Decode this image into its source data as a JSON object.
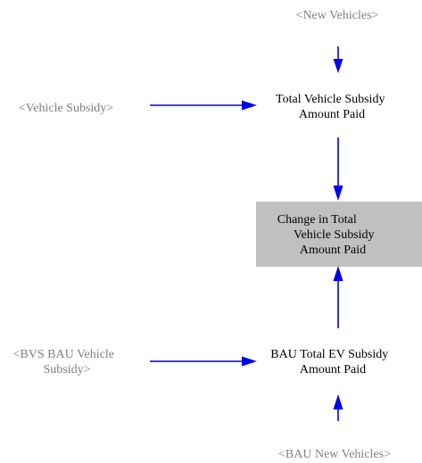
{
  "nodes": {
    "new_vehicles": {
      "lines": [
        "<New Vehicles>"
      ],
      "kind": "shadow"
    },
    "vehicle_subsidy": {
      "lines": [
        "<Vehicle Subsidy>"
      ],
      "kind": "shadow"
    },
    "total_vehicle_subsidy_amount_paid": {
      "lines": [
        "Total Vehicle Subsidy",
        "Amount Paid"
      ],
      "kind": "variable"
    },
    "change_in_total_vehicle_subsidy_amount_paid": {
      "lines": [
        "Change in Total",
        "Vehicle Subsidy",
        "Amount Paid"
      ],
      "kind": "highlighted"
    },
    "bvs_bau_vehicle_subsidy": {
      "lines": [
        "<BVS BAU Vehicle",
        "Subsidy>"
      ],
      "kind": "shadow"
    },
    "bau_total_ev_subsidy_amount_paid": {
      "lines": [
        "BAU Total EV Subsidy",
        "Amount Paid"
      ],
      "kind": "variable"
    },
    "bau_new_vehicles": {
      "lines": [
        "<BAU New Vehicles>"
      ],
      "kind": "shadow"
    }
  },
  "links": [
    {
      "from": "new_vehicles",
      "to": "total_vehicle_subsidy_amount_paid"
    },
    {
      "from": "vehicle_subsidy",
      "to": "total_vehicle_subsidy_amount_paid"
    },
    {
      "from": "total_vehicle_subsidy_amount_paid",
      "to": "change_in_total_vehicle_subsidy_amount_paid"
    },
    {
      "from": "bau_total_ev_subsidy_amount_paid",
      "to": "change_in_total_vehicle_subsidy_amount_paid"
    },
    {
      "from": "bvs_bau_vehicle_subsidy",
      "to": "bau_total_ev_subsidy_amount_paid"
    },
    {
      "from": "bau_new_vehicles",
      "to": "bau_total_ev_subsidy_amount_paid"
    }
  ],
  "colors": {
    "arrow": "#0000ee",
    "shadow_text": "#808080",
    "variable_text": "#000000",
    "highlight_fill": "#c0c0c0"
  }
}
